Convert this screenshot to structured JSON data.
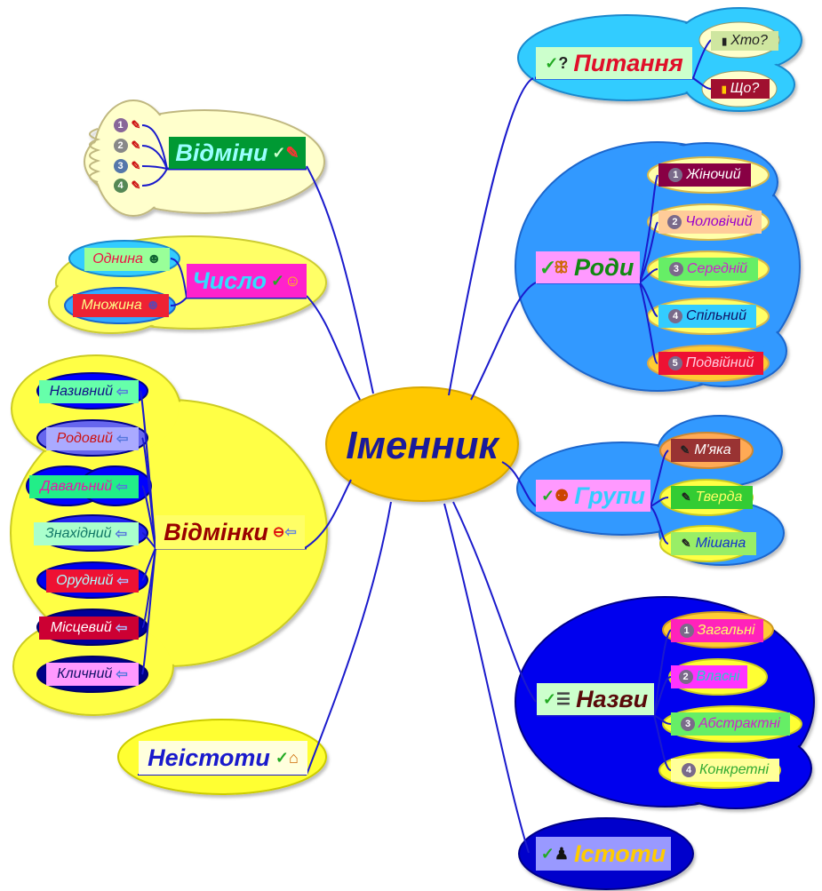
{
  "center": {
    "label": "Іменник",
    "color": "#ffc800"
  },
  "branches": {
    "pytannia": {
      "label": "Питання",
      "icon": "check-question-icon",
      "leaves": [
        "Хто?",
        "Що?"
      ]
    },
    "rody": {
      "label": "Роди",
      "icon": "check-butterfly-icon",
      "leaves": [
        "Жіночий",
        "Чоловічий",
        "Середній",
        "Спільний",
        "Подвійний"
      ]
    },
    "hrupy": {
      "label": "Групи",
      "icon": "check-people-icon",
      "leaves": [
        "М'яка",
        "Тверда",
        "Мішана"
      ]
    },
    "nazvy": {
      "label": "Назви",
      "icon": "check-list-icon",
      "leaves": [
        "Загальні",
        "Власні",
        "Абстрактні",
        "Конкретні"
      ]
    },
    "istoty": {
      "label": "Істоти",
      "icon": "check-penguin-icon"
    },
    "neistoty": {
      "label": "Неістоти",
      "icon": "check-house-icon"
    },
    "vidminky": {
      "label": "Відмінки",
      "icon": "stop-arrow-icon",
      "leaves": [
        "Називний",
        "Родовий",
        "Давальний",
        "Знахідний",
        "Орудний",
        "Місцевий",
        "Кличний"
      ]
    },
    "chyslo": {
      "label": "Число",
      "icon": "check-smiley-icon",
      "leaves": [
        "Однина",
        "Множина"
      ]
    },
    "vidminy": {
      "label": "Відміни",
      "icon": "check-pencil-icon",
      "leaves": [
        "1",
        "2",
        "3",
        "4"
      ]
    }
  }
}
